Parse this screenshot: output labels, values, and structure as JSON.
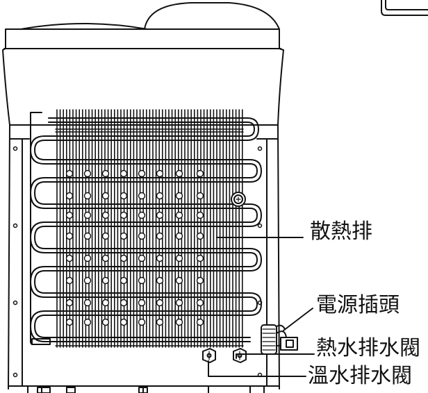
{
  "title": "",
  "labels": {
    "radiator": "散熱排",
    "power_plug": "電源插頭",
    "hot_drain_valve": "熱水排水閥",
    "warm_drain_valve": "溫水排水閥"
  },
  "colors": {
    "line": "#111111",
    "fill": "#ffffff"
  }
}
